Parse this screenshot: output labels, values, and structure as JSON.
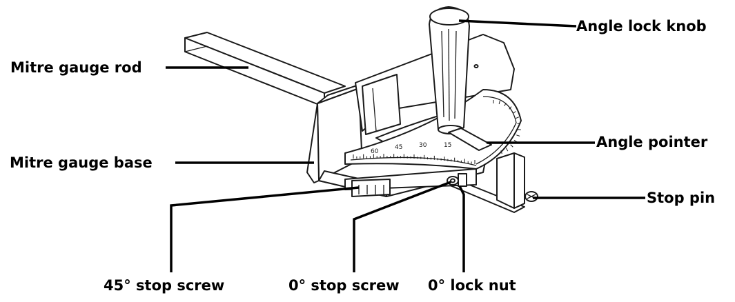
{
  "labels": {
    "angle_lock_knob": "Angle lock knob",
    "mitre_gauge_rod": "Mitre gauge rod",
    "angle_pointer": "Angle pointer",
    "mitre_gauge_base": "Mitre gauge base",
    "stop_pin": "Stop pin",
    "stop_screw_45": "45° stop screw",
    "stop_screw_0": "0° stop screw",
    "lock_nut_0": "0° lock nut"
  },
  "scale_numbers": [
    "60",
    "45",
    "30",
    "15"
  ],
  "colors": {
    "ink": "#1a1a1a",
    "label": "#000000",
    "background": "#ffffff"
  }
}
